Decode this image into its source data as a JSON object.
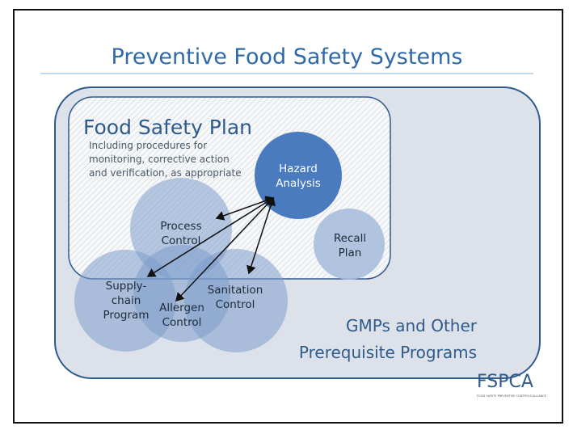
{
  "title": "Preventive Food Safety Systems",
  "outer_box": {
    "label_line1": "GMPs and Other",
    "label_line2": "Prerequisite Programs"
  },
  "plan_box": {
    "title": "Food Safety Plan",
    "desc_line1": "Including procedures for",
    "desc_line2": "monitoring, corrective action",
    "desc_line3": "and verification, as appropriate"
  },
  "circles": {
    "hazard": {
      "line1": "Hazard",
      "line2": "Analysis"
    },
    "recall": {
      "line1": "Recall",
      "line2": "Plan"
    },
    "process": {
      "line1": "Process",
      "line2": "Control"
    },
    "supply": {
      "line1": "Supply-",
      "line2": "chain",
      "line3": "Program"
    },
    "allergen": {
      "line1": "Allergen",
      "line2": "Control"
    },
    "sanitation": {
      "line1": "Sanitation",
      "line2": "Control"
    }
  },
  "logo": {
    "text": "FSPCA",
    "subtitle": "FOOD SAFETY PREVENTIVE CONTROLS ALLIANCE"
  },
  "colors": {
    "title": "#2f6aa8",
    "hazard": "#4a7bbf",
    "circle": "#7d9ccb",
    "outer_fill": "#dde2ea",
    "outline": "#2f5a8c"
  }
}
